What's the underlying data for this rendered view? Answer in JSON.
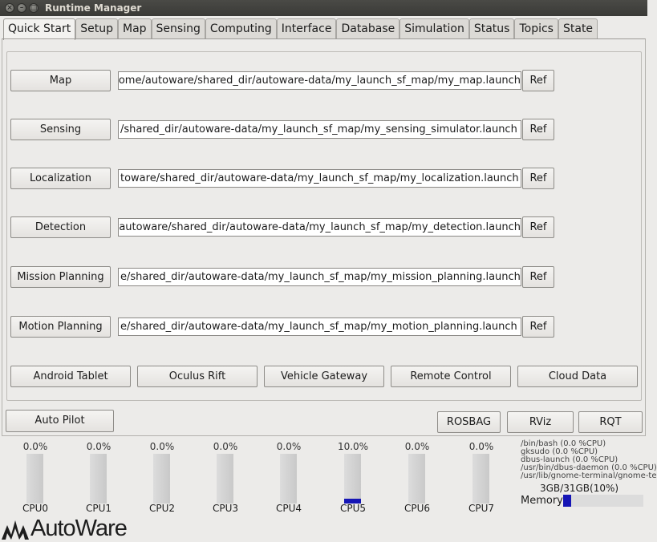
{
  "window": {
    "title": "Runtime Manager"
  },
  "tabs": [
    {
      "label": "Quick Start",
      "active": true
    },
    {
      "label": "Setup"
    },
    {
      "label": "Map"
    },
    {
      "label": "Sensing"
    },
    {
      "label": "Computing"
    },
    {
      "label": "Interface"
    },
    {
      "label": "Database"
    },
    {
      "label": "Simulation"
    },
    {
      "label": "Status"
    },
    {
      "label": "Topics"
    },
    {
      "label": "State"
    }
  ],
  "launch_rows": [
    {
      "label": "Map",
      "path": "ome/autoware/shared_dir/autoware-data/my_launch_sf_map/my_map.launch",
      "ref": "Ref"
    },
    {
      "label": "Sensing",
      "path": "/shared_dir/autoware-data/my_launch_sf_map/my_sensing_simulator.launch",
      "ref": "Ref"
    },
    {
      "label": "Localization",
      "path": "toware/shared_dir/autoware-data/my_launch_sf_map/my_localization.launch",
      "ref": "Ref"
    },
    {
      "label": "Detection",
      "path": "autoware/shared_dir/autoware-data/my_launch_sf_map/my_detection.launch",
      "ref": "Ref"
    },
    {
      "label": "Mission Planning",
      "path": "e/shared_dir/autoware-data/my_launch_sf_map/my_mission_planning.launch",
      "ref": "Ref"
    },
    {
      "label": "Motion Planning",
      "path": "e/shared_dir/autoware-data/my_launch_sf_map/my_motion_planning.launch",
      "ref": "Ref"
    }
  ],
  "device_buttons": [
    "Android Tablet",
    "Oculus Rift",
    "Vehicle Gateway",
    "Remote Control",
    "Cloud Data"
  ],
  "bottom_buttons": {
    "autopilot": "Auto Pilot",
    "rosbag": "ROSBAG",
    "rviz": "RViz",
    "rqt": "RQT"
  },
  "cpus": [
    {
      "name": "CPU0",
      "pct": "0.0%",
      "load": 0.0
    },
    {
      "name": "CPU1",
      "pct": "0.0%",
      "load": 0.0
    },
    {
      "name": "CPU2",
      "pct": "0.0%",
      "load": 0.0
    },
    {
      "name": "CPU3",
      "pct": "0.0%",
      "load": 0.0
    },
    {
      "name": "CPU4",
      "pct": "0.0%",
      "load": 0.0
    },
    {
      "name": "CPU5",
      "pct": "10.0%",
      "load": 0.1
    },
    {
      "name": "CPU6",
      "pct": "0.0%",
      "load": 0.0
    },
    {
      "name": "CPU7",
      "pct": "0.0%",
      "load": 0.0
    }
  ],
  "processes": [
    "/bin/bash (0.0 %CPU)",
    "gksudo (0.0 %CPU)",
    "dbus-launch (0.0 %CPU)",
    "/usr/bin/dbus-daemon (0.0 %CPU)",
    "/usr/lib/gnome-terminal/gnome-te"
  ],
  "memory": {
    "text": "3GB/31GB(10%)",
    "label": "Memory",
    "fraction": 0.1
  },
  "logo": {
    "text": "AutoWare"
  },
  "colors": {
    "accent_bar": "#1515b5",
    "titlebar": "#3c3c3a"
  }
}
